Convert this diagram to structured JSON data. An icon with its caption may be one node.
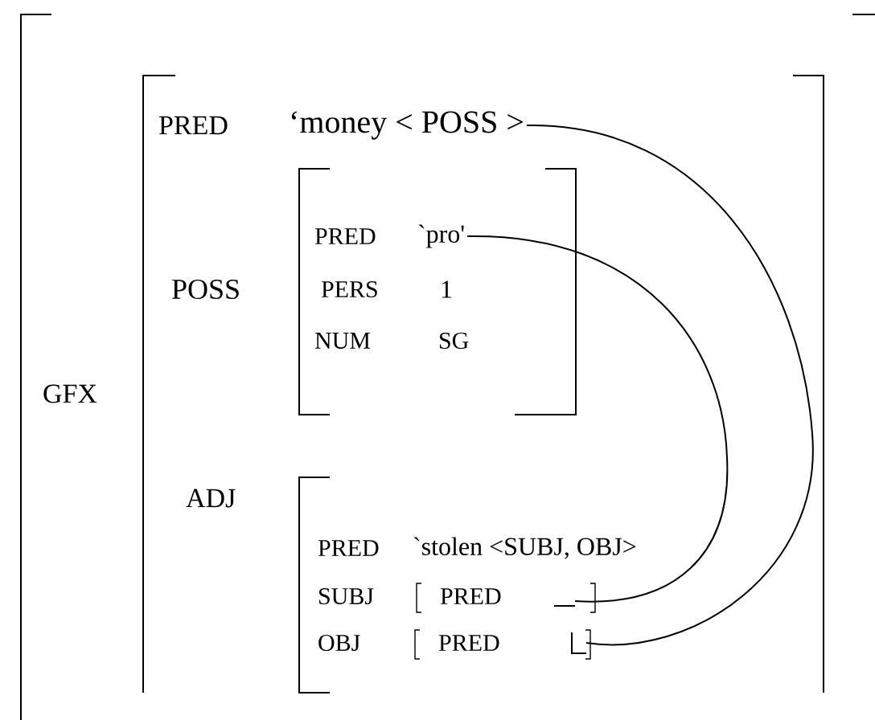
{
  "diagram": {
    "nodes": [
      {
        "text": [
          "‘money < POSS >"
        ]
      },
      {
        "text": [
          "`pro'"
        ]
      },
      {
        "text": [],
        "shape": "line"
      },
      {
        "text": [],
        "shape": "corner"
      }
    ],
    "edges": [
      {
        "from": 1,
        "to": 2,
        "arrow": "none"
      },
      {
        "from": 0,
        "to": 3,
        "arrow": "none"
      }
    ],
    "labels": [
      "PRED",
      "POSS",
      "PRED",
      "PERS",
      "1",
      "NUM",
      "SG",
      "GFX",
      "ADJ",
      "PRED",
      "`stolen <SUBJ, OBJ>",
      "SUBJ",
      "PRED",
      "OBJ",
      "PRED"
    ]
  }
}
